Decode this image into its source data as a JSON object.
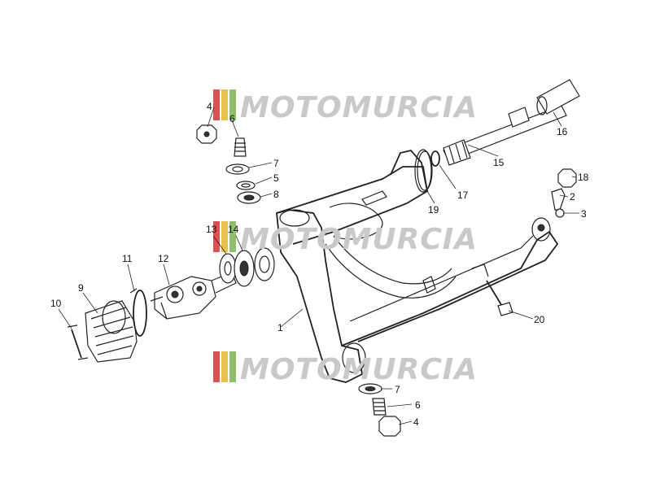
{
  "watermark": {
    "text": "MOTOMURCIA",
    "stripe_colors": [
      "#d9534f",
      "#e8c14a",
      "#8fbf6a"
    ],
    "text_color": "#c9c9c9"
  },
  "labels": {
    "l1": "1",
    "l2": "2",
    "l3": "3",
    "l4_top": "4",
    "l4_bottom": "4",
    "l5": "5",
    "l6_top": "6",
    "l6_bottom": "6",
    "l7_top": "7",
    "l7_bottom": "7",
    "l8": "8",
    "l9": "9",
    "l10": "10",
    "l11": "11",
    "l12": "12",
    "l13": "13",
    "l14": "14",
    "l15": "15",
    "l16": "16",
    "l17": "17",
    "l18": "18",
    "l19": "19",
    "l20": "20"
  }
}
